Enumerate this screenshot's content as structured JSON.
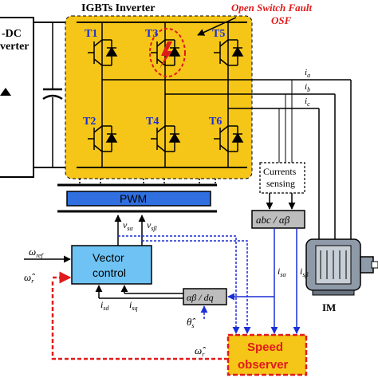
{
  "title": {
    "inverter": "IGBTs Inverter",
    "dcdc_line1": "-DC",
    "dcdc_line2": "verter"
  },
  "fault": {
    "line1": "Open Switch Fault",
    "line2": "OSF"
  },
  "switches": {
    "t1": "T1",
    "t2": "T2",
    "t3": "T3",
    "t4": "T4",
    "t5": "T5",
    "t6": "T6"
  },
  "currents": {
    "ia": "i",
    "ia_sub": "a",
    "ib": "i",
    "ib_sub": "b",
    "ic": "i",
    "ic_sub": "c"
  },
  "blocks": {
    "pwm": "PWM",
    "sensing_line1": "Currents",
    "sensing_line2": "sensing",
    "abc": "abc / αβ",
    "vector_line1": "Vector",
    "vector_line2": "control",
    "ab_dq": "αβ / dq",
    "motor": "IM",
    "observer_line1": "Speed",
    "observer_line2": "observer"
  },
  "signals": {
    "v_alpha": "v",
    "v_alpha_sub": "sα",
    "v_beta": "v",
    "v_beta_sub": "sβ",
    "omega_ref": "ω",
    "omega_ref_sub": "ref",
    "omega_hat": "ω̂",
    "omega_hat_sub": "r",
    "omega_hat2": "ω̂",
    "omega_hat2_sub": "r",
    "isd": "i",
    "isd_sub": "sd",
    "isq": "i",
    "isq_sub": "sq",
    "isa": "i",
    "isa_sub": "sα",
    "isb": "i",
    "isb_sub": "sβ",
    "theta": "θ̂",
    "theta_sub": "s"
  },
  "colors": {
    "inverter_fill": "#f5c518",
    "pwm_fill": "#2f6fe0",
    "vector_fill": "#6ec3f4",
    "transform_fill": "#bdbdbd",
    "motor_body": "#8f9aa8",
    "fault_red": "#e01b1b",
    "signal_blue": "#1a2fd6"
  }
}
